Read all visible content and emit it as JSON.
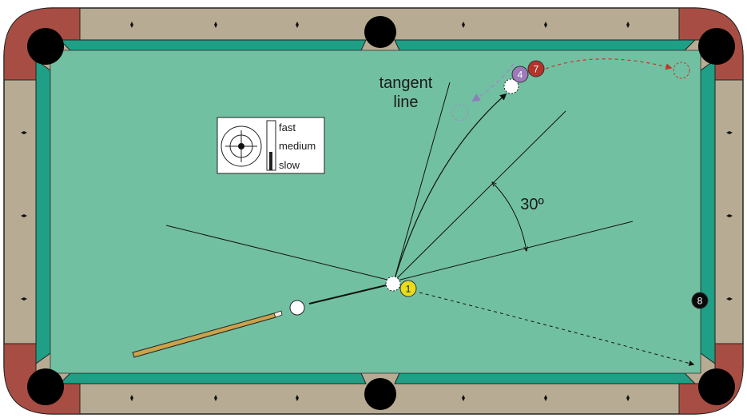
{
  "labels": {
    "tangent_line_1": "tangent",
    "tangent_line_2": "line",
    "angle": "30º"
  },
  "legend": {
    "speed_fast": "fast",
    "speed_medium": "medium",
    "speed_slow": "slow",
    "selected_speed": "slow"
  },
  "balls": [
    {
      "number": "1",
      "color": "#e8dc1c"
    },
    {
      "number": "4",
      "color": "#9b7bb8"
    },
    {
      "number": "7",
      "color": "#b5332a"
    },
    {
      "number": "8",
      "color": "#0a0a0a"
    }
  ],
  "colors": {
    "cloth": "#72c0a2",
    "cushion": "#1f9f86",
    "rail": "#b7ab93",
    "corner": "#a84d43",
    "cue_stick": "#c9a24a",
    "path_4": "#9c8cbf",
    "path_7": "#c0392b"
  }
}
